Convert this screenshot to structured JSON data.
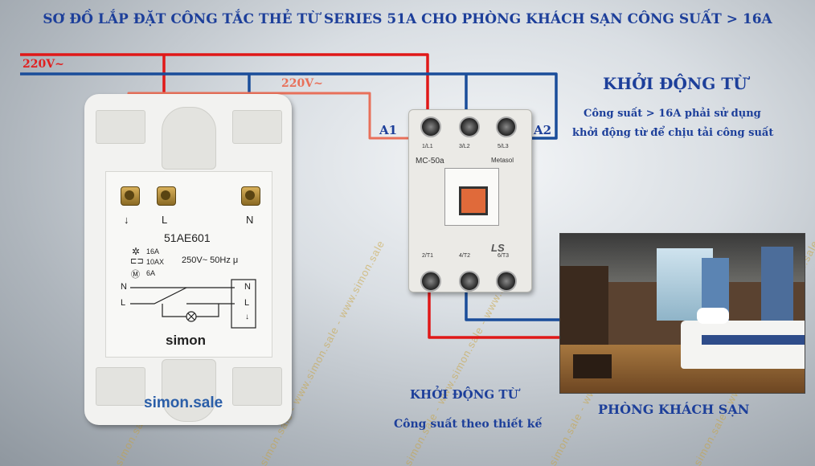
{
  "title": "SƠ ĐỒ LẮP ĐẶT CÔNG TẮC THẺ TỪ SERIES 51A CHO PHÒNG KHÁCH SẠN CÔNG SUẤT > 16A",
  "supply_label": "220V~",
  "aux_label": "220V~",
  "coil_a1": "A1",
  "coil_a2": "A2",
  "contactor_heading": "KHỞI ĐỘNG TỪ",
  "contactor_note_1": "Công suất > 16A phải sử dụng",
  "contactor_note_2": "khởi động từ để chịu tải công suất",
  "contactor_caption": "KHỞI ĐỘNG TỪ",
  "contactor_caption_sub": "Công suất theo thiết kế",
  "room_caption": "PHÒNG KHÁCH SẠN",
  "watermark": "simon.sale - www.simon.sale - www.simon.sale",
  "switch": {
    "terminals": [
      "↓",
      "L",
      "N"
    ],
    "model": "51AE601",
    "rating_16a": "16A",
    "rating_10ax": "10AX",
    "rating_6a": "6A",
    "voltage": "250V~ 50Hz μ",
    "wiring_n": "N",
    "wiring_l": "L",
    "wiring_right_n": "N",
    "wiring_right_l": "L",
    "wiring_right_g": "↓",
    "brand": "simon",
    "site": "simon.sale"
  },
  "contactor": {
    "top_labels": [
      "1/L1",
      "3/L2",
      "5/L3"
    ],
    "model": "MC-50a",
    "series": "Metasol",
    "logo": "LS",
    "bottom_labels": [
      "2/T1",
      "4/T2",
      "6/T3"
    ]
  },
  "colors": {
    "live": "#e01818",
    "neutral": "#1a4d9a",
    "coil": "#e8705a",
    "title": "#1d3f9a"
  }
}
